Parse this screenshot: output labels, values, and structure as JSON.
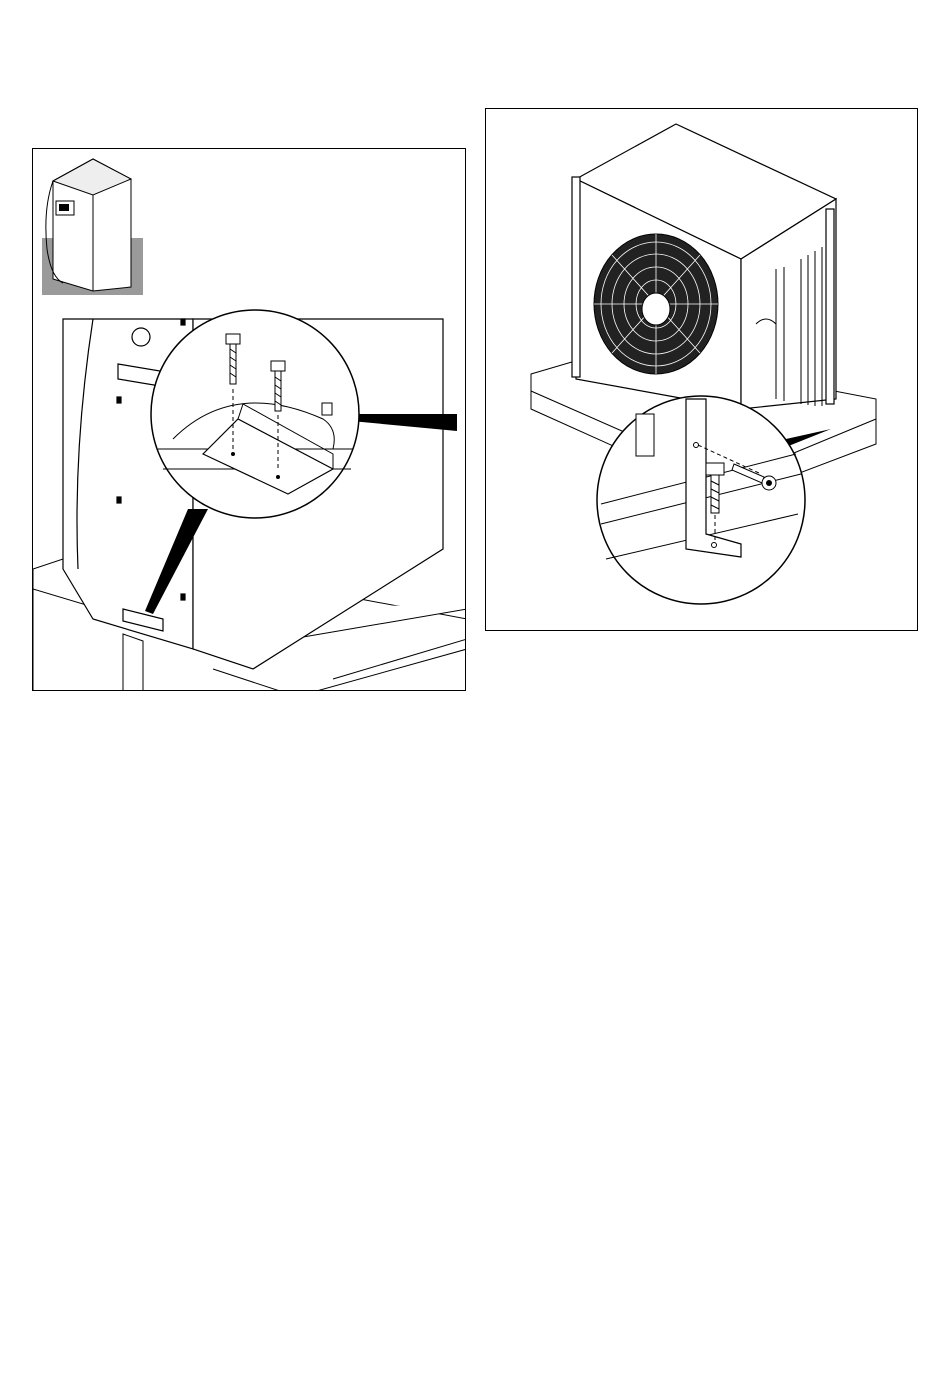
{
  "page": {
    "figures": [
      {
        "id": "left",
        "subject": "indoor-unit-pallet-fixing",
        "icons": [
          "locator-thumbnail",
          "screw-icon",
          "angle-bracket-icon",
          "detail-magnifier-circle"
        ]
      },
      {
        "id": "right",
        "subject": "outdoor-unit-pallet-fixing",
        "icons": [
          "fan-grille-icon",
          "screw-icon",
          "angle-bracket-icon",
          "detail-magnifier-circle"
        ]
      }
    ],
    "colors": {
      "line": "#000000",
      "background": "#ffffff",
      "highlight": "#9a9a9a"
    }
  }
}
